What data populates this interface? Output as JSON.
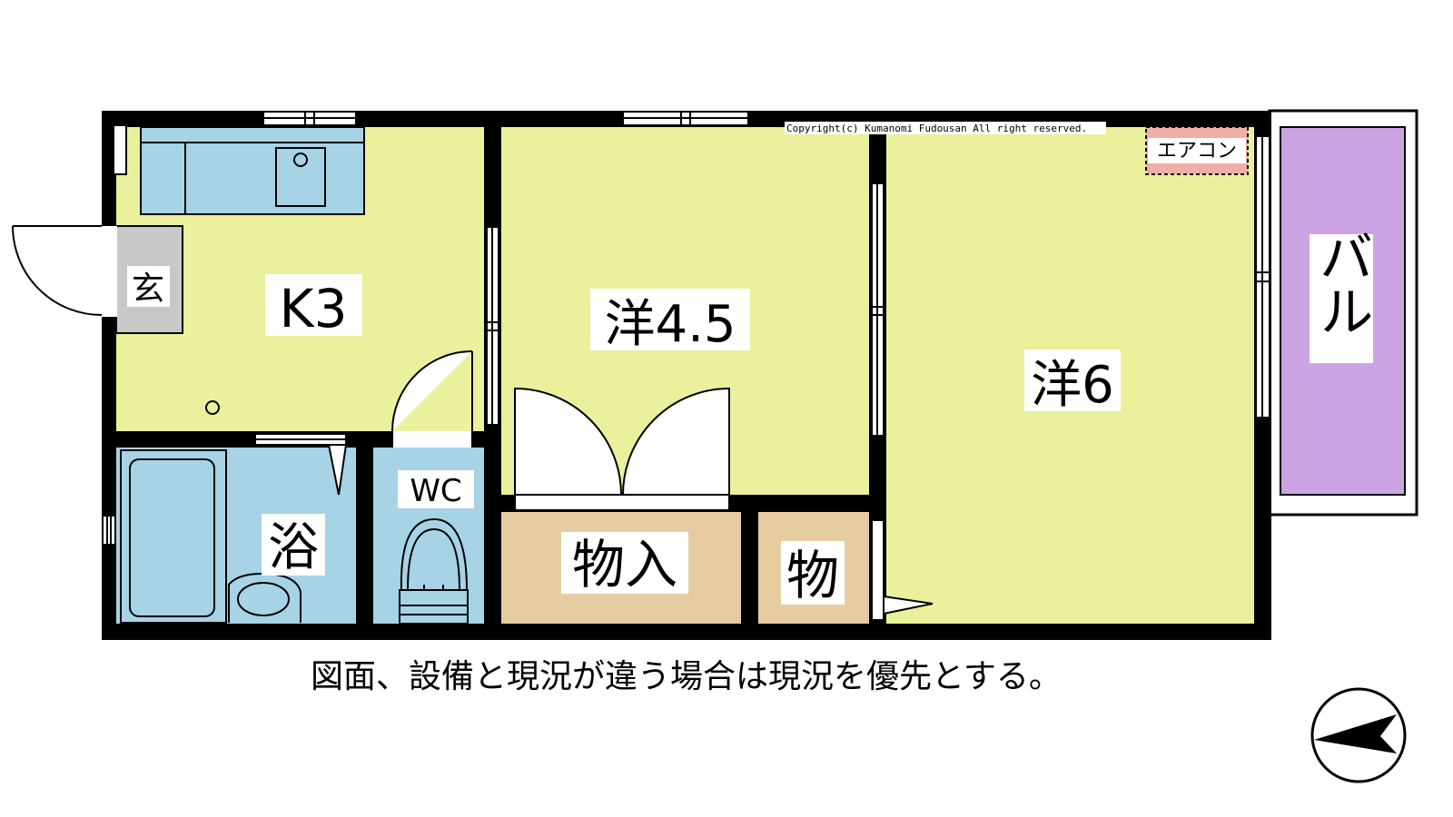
{
  "copyright": "Copyright(c) Kumanomi Fudousan All right reserved.",
  "rooms": {
    "kitchen": "K3",
    "western_small": "洋4.5",
    "western_large": "洋6",
    "entrance": "玄",
    "bath": "浴",
    "toilet": "WC",
    "storage_large": "物入",
    "storage_small": "物",
    "balcony": "バル",
    "aircon": "エアコン"
  },
  "footer_note": "図面、設備と現況が違う場合は現況を優先とする。",
  "colors": {
    "room_fill": "#eaf09c",
    "water_fill": "#a7d3e6",
    "storage_fill": "#e5cca1",
    "entrance_fill": "#c8c8c8",
    "balcony_fill": "#cda4e3",
    "aircon_fill": "#f0a7aa",
    "wall": "#000000"
  },
  "icons": [
    "compass-icon"
  ]
}
